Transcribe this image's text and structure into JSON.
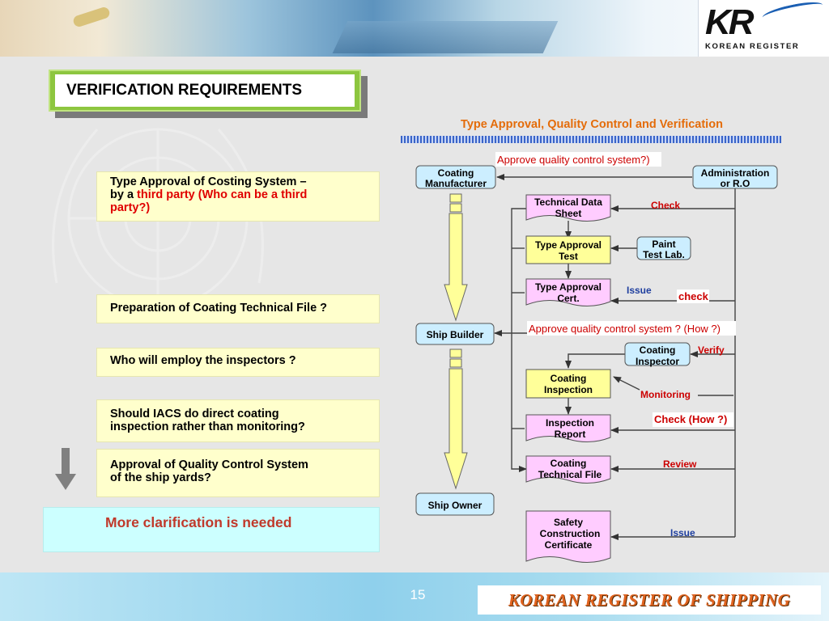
{
  "slide": {
    "title": "VERIFICATION REQUIREMENTS",
    "logo_text": "KR",
    "logo_subtext": "KOREAN REGISTER",
    "page_number": "15",
    "footer_brand": "KOREAN REGISTER OF SHIPPING"
  },
  "questions": [
    {
      "line1": "Type Approval of Costing System –",
      "line2_prefix": "by  a ",
      "line2_red": "third party (Who can be a third",
      "line3_red": "party?)"
    },
    {
      "line1": "Preparation of Coating Technical File ?"
    },
    {
      "line1": "Who will employ the inspectors ?"
    },
    {
      "line1": "Should IACS do direct coating",
      "line2": "inspection rather than monitoring?"
    },
    {
      "line1": "Approval of Quality Control System",
      "line2": "of the ship yards?"
    }
  ],
  "clarification": "More clarification is needed",
  "diagram": {
    "title": "Type Approval, Quality Control and Verification",
    "nodes": {
      "coating_manufacturer": [
        "Coating",
        "Manufacturer"
      ],
      "administration": [
        "Administration",
        "or R.O"
      ],
      "technical_data_sheet": [
        "Technical Data",
        "Sheet"
      ],
      "type_approval_test": [
        "Type Approval",
        "Test"
      ],
      "paint_test_lab": [
        "Paint",
        "Test Lab."
      ],
      "type_approval_cert": [
        "Type Approval",
        "Cert."
      ],
      "ship_builder": [
        "Ship Builder"
      ],
      "coating_inspector": [
        "Coating",
        "Inspector"
      ],
      "coating_inspection": [
        "Coating",
        "Inspection"
      ],
      "inspection_report": [
        "Inspection",
        "Report"
      ],
      "coating_technical_file": [
        "Coating",
        "Technical File"
      ],
      "ship_owner": [
        "Ship Owner"
      ],
      "safety_construction_certificate": [
        "Safety",
        "Construction",
        "Certificate"
      ]
    },
    "labels": {
      "approve_qc": "Approve quality control system?)",
      "approve_qc_how": "Approve quality control system ? (How ?)",
      "check1": "Check",
      "issue1": "Issue",
      "check2": "check",
      "verify": "Verify",
      "monitoring": "Monitoring",
      "check_how": "Check (How ?)",
      "review": "Review",
      "issue2": "Issue"
    },
    "colors": {
      "blue_node": "#cceeff",
      "pink_node": "#ffccff",
      "yellow_node": "#ffff99",
      "label_red": "#cc0000",
      "label_blue": "#1f3f9f"
    }
  }
}
